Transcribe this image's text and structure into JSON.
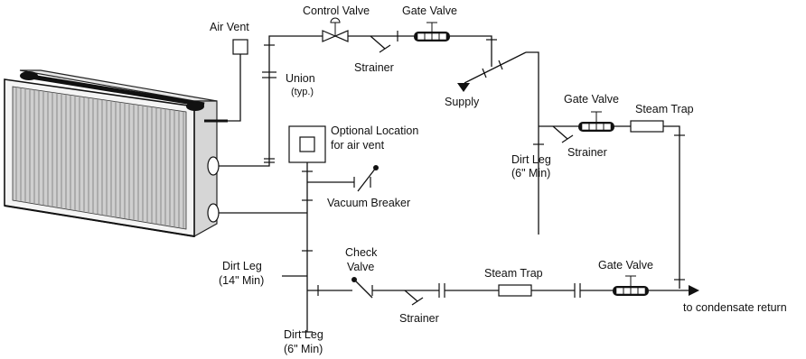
{
  "labels": {
    "air_vent": "Air Vent",
    "control_valve": "Control Valve",
    "gate_valve_top": "Gate Valve",
    "union": "Union",
    "union_typ": "(typ.)",
    "strainer_top": "Strainer",
    "supply": "Supply",
    "optional_location_1": "Optional Location",
    "optional_location_2": "for air vent",
    "gate_valve_right": "Gate Valve",
    "steam_trap_right": "Steam Trap",
    "strainer_right": "Strainer",
    "dirt_leg_right_1": "Dirt Leg",
    "dirt_leg_right_2": "(6\" Min)",
    "vacuum_breaker": "Vacuum Breaker",
    "dirt_leg_left_1": "Dirt Leg",
    "dirt_leg_left_2": "(14\" Min)",
    "check_valve_1": "Check",
    "check_valve_2": "Valve",
    "steam_trap_bottom": "Steam Trap",
    "gate_valve_bottom": "Gate Valve",
    "strainer_bottom": "Strainer",
    "dirt_leg_bottom_1": "Dirt Leg",
    "dirt_leg_bottom_2": "(6\" Min)",
    "condensate_return": "to condensate return"
  }
}
